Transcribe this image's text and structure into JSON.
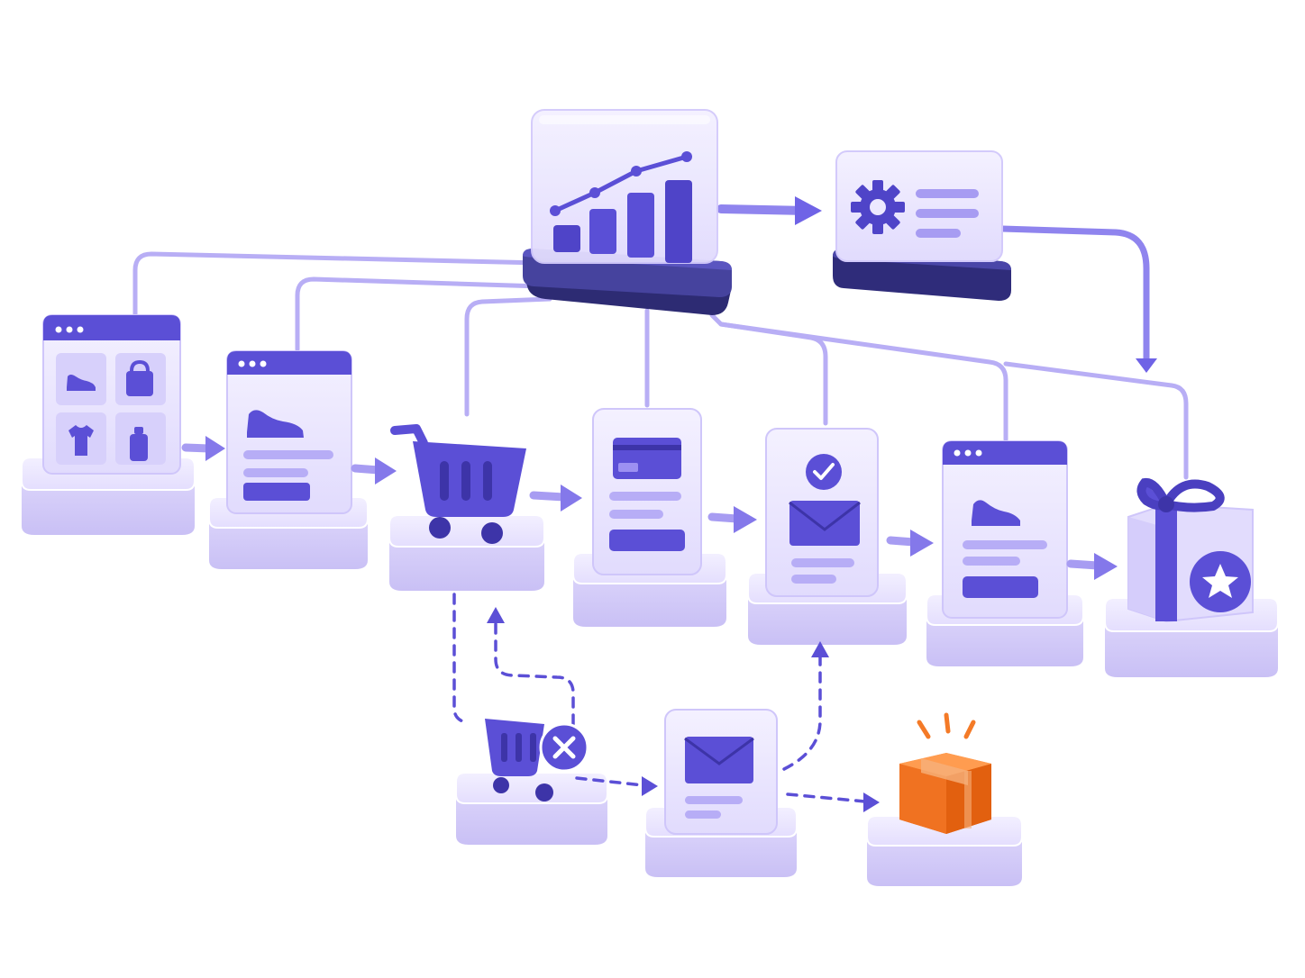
{
  "colors": {
    "accent": "#5b4fd6",
    "accent_dark": "#3d3a8c",
    "connector": "#b3a8f4",
    "flow_arrow": "#a79cf2",
    "dashed_path": "#5b4fd6",
    "panel_fill": "#ede9ff",
    "panel_stroke": "#cfc6fa",
    "pedestal_top": "#ece8ff",
    "pedestal_side": "#d3ccf8",
    "package_orange": "#f47a27",
    "background": "#ffffff"
  },
  "hub": {
    "icon": "bar-chart-with-trend-line-icon"
  },
  "settings": {
    "icon": "gear-icon"
  },
  "funnel_steps": [
    {
      "name": "catalog",
      "icon": "product-grid-icon",
      "items": [
        "shoe-icon",
        "bag-icon",
        "tshirt-icon",
        "bottle-icon"
      ]
    },
    {
      "name": "product-page",
      "icon": "shoe-icon"
    },
    {
      "name": "cart",
      "icon": "shopping-cart-icon"
    },
    {
      "name": "payment",
      "icon": "credit-card-icon"
    },
    {
      "name": "confirmation",
      "icon": "checked-envelope-icon"
    },
    {
      "name": "recommendation",
      "icon": "shoe-icon"
    },
    {
      "name": "reward",
      "icon": "gift-with-star-badge-icon"
    }
  ],
  "recovery_steps": [
    {
      "name": "abandoned-cart",
      "icon": "cart-with-x-icon"
    },
    {
      "name": "reminder-email",
      "icon": "envelope-icon"
    },
    {
      "name": "package",
      "icon": "package-icon"
    }
  ]
}
